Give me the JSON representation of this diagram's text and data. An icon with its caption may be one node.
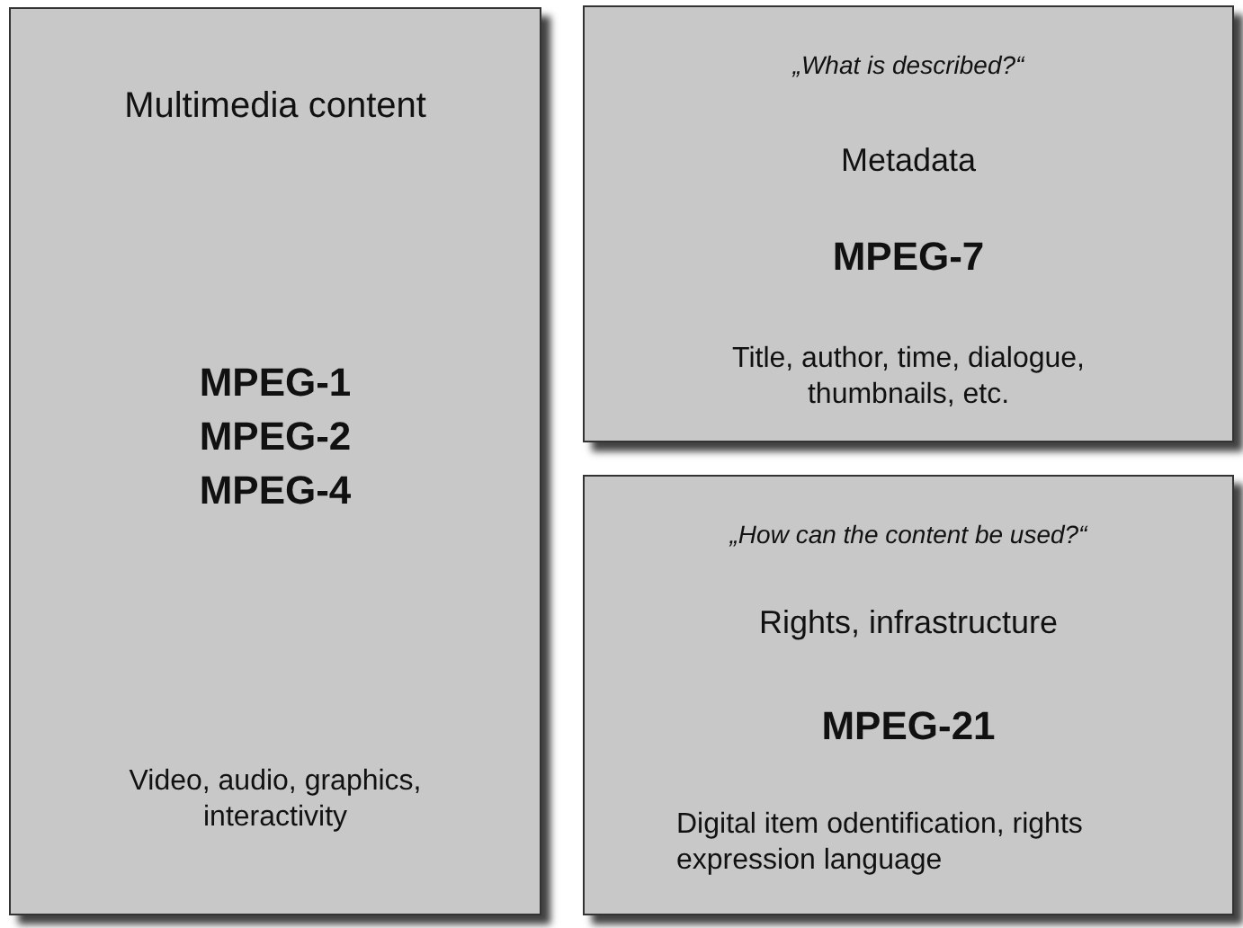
{
  "diagram": {
    "nodes": [
      {
        "text": [
          "Multimedia content",
          "MPEG-1",
          "MPEG-2",
          "MPEG-4",
          "Video, audio, graphics, interactivity"
        ]
      },
      {
        "text": [
          "„What is described?“",
          "Metadata",
          "MPEG-7",
          "Title, author, time, dialogue, thumbnails, etc."
        ]
      },
      {
        "text": [
          "„How can the content be used?“",
          "Rights, infrastructure",
          "MPEG-21",
          "Digital item odentification, rights expression language"
        ]
      }
    ]
  }
}
